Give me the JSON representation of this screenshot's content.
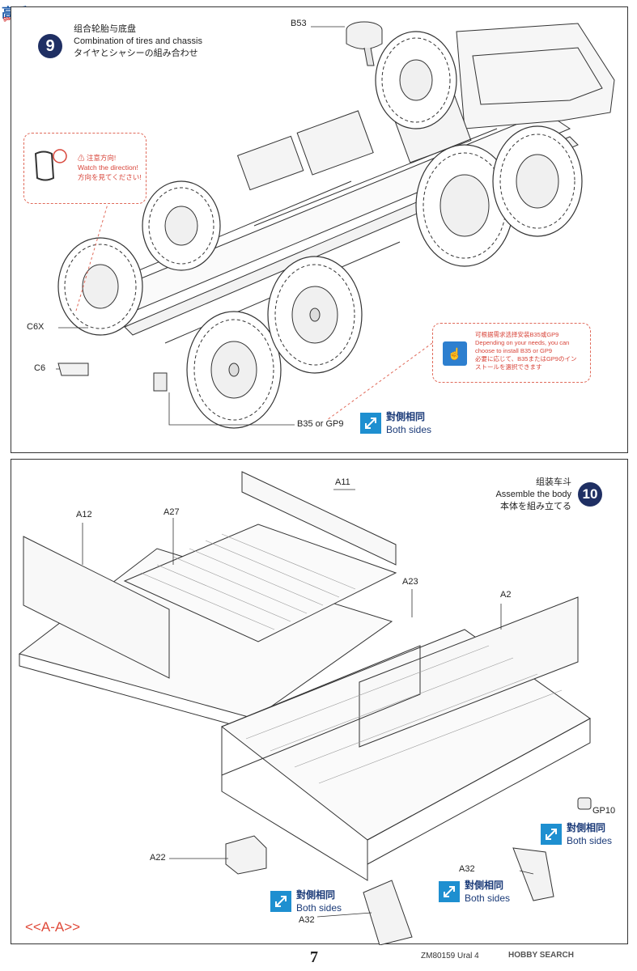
{
  "watermark": {
    "logo": "高手网",
    "domain": "gao-shou.com"
  },
  "step9": {
    "number": "9",
    "title_zh": "组合轮胎与底盘",
    "title_en": "Combination of tires and chassis",
    "title_ja": "タイヤとシャシーの組み合わせ",
    "warning": {
      "zh": "注意方向!",
      "en": "Watch the direction!",
      "ja": "方向を見てください!"
    },
    "option_note": {
      "zh": "可根据需求选择安装B35或GP9",
      "en1": "Depending on your needs, you can",
      "en2": "choose to install B35 or GP9",
      "ja1": "必要に応じて、B35またはGP9のイン",
      "ja2": "ストールを選択できます"
    },
    "labels": {
      "b53": "B53",
      "c6x": "C6X",
      "c6": "C6",
      "b35_gp9": "B35 or GP9"
    },
    "both_sides": {
      "zh": "對側相同",
      "en": "Both sides"
    }
  },
  "step10": {
    "number": "10",
    "title_zh": "组装车斗",
    "title_en": "Assemble the body",
    "title_ja": "本体を組み立てる",
    "labels": {
      "a11": "A11",
      "a12": "A12",
      "a27": "A27",
      "a23": "A23",
      "a2": "A2",
      "gp10": "GP10",
      "a22": "A22",
      "a32_right": "A32",
      "a32_bottom": "A32"
    },
    "both_sides_1": {
      "zh": "對側相同",
      "en": "Both sides"
    },
    "both_sides_2": {
      "zh": "對側相同",
      "en": "Both sides"
    },
    "both_sides_3": {
      "zh": "對側相同",
      "en": "Both sides"
    },
    "section_mark": "<<A-A>>"
  },
  "footer": {
    "page": "7",
    "code": "ZM80159  Ural 4",
    "watermark": "HOBBY SEARCH"
  },
  "colors": {
    "badge": "#1f2f63",
    "accent_blue": "#1e8fd0",
    "warning_red": "#e06a5a"
  }
}
